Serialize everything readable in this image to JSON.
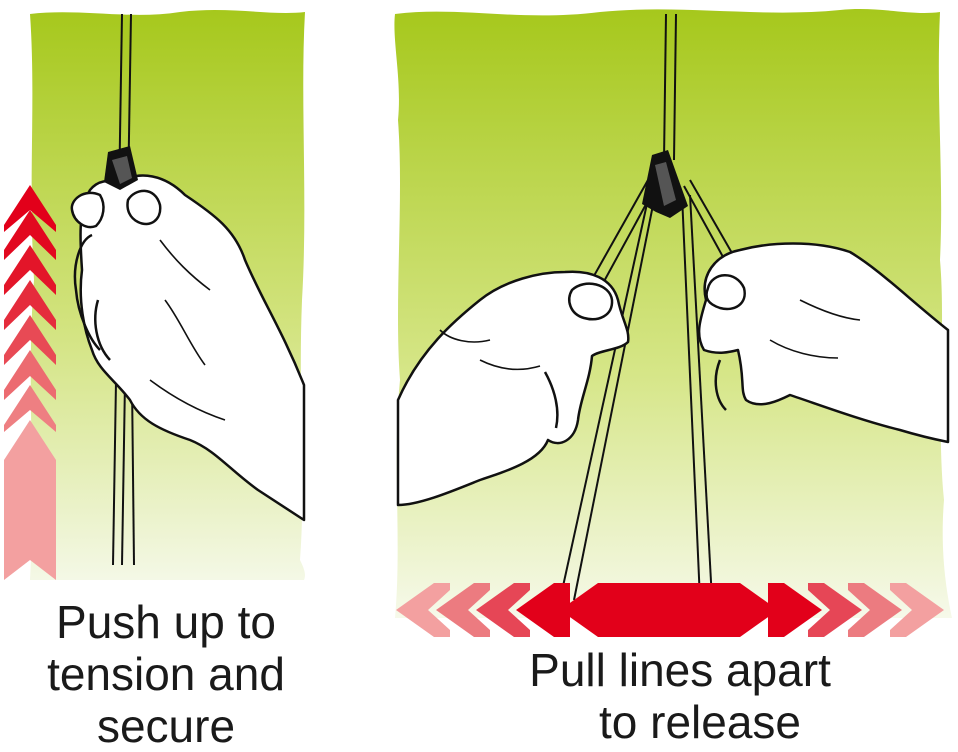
{
  "panels": {
    "left": {
      "caption_lines": [
        "Push up to",
        "tension and",
        "secure"
      ]
    },
    "right": {
      "caption_lines": [
        "Pull lines apart",
        "to release"
      ]
    }
  },
  "colors": {
    "panel_green_top": "#a6c81c",
    "panel_green_bottom": "#f4f8e4",
    "arrow_red": "#e2001a",
    "arrow_pink": "#f3a0a0",
    "line_black": "#111111",
    "hand_white": "#ffffff"
  },
  "icons": {
    "left_panel_arrow": "up-chevron-stack-icon",
    "right_panel_arrow": "left-right-chevron-stack-icon"
  }
}
